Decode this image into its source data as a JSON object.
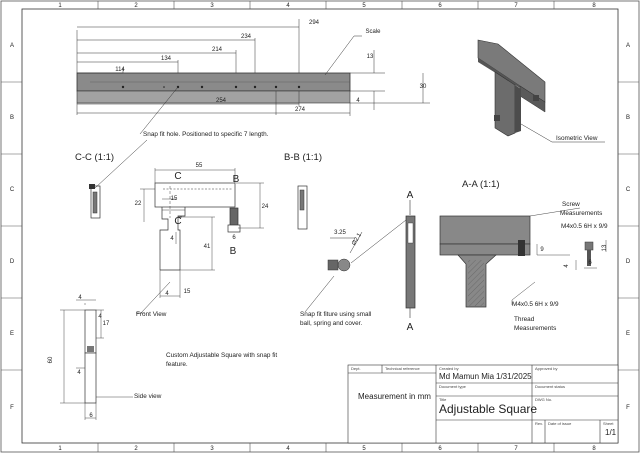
{
  "sheet": {
    "border_columns": [
      "1",
      "2",
      "3",
      "4",
      "5",
      "6",
      "7",
      "8"
    ],
    "border_rows": [
      "A",
      "B",
      "C",
      "D",
      "E",
      "F"
    ]
  },
  "dims": {
    "d294": "294",
    "d234": "234",
    "d214": "214",
    "d134": "134",
    "d114": "114",
    "d254": "254",
    "d274": "274",
    "d13": "13",
    "d4": "4",
    "d30": "30",
    "d55": "55",
    "d22": "22",
    "d15": "15",
    "d24": "24",
    "d41": "41",
    "d4b": "4",
    "d15b": "15",
    "d6": "6",
    "d3_25": "3.25",
    "d2_1": "Ø2.1",
    "d9": "9",
    "d13b": "13",
    "d6b": "6",
    "d4c": "4",
    "d4d": "4",
    "d17": "17",
    "d60": "60",
    "d4e": "4",
    "d6c": "6",
    "d4f": "4"
  },
  "labels": {
    "scale": "Scale",
    "snap_hole": "Snap fit hole. Positioned to specific 7 length.",
    "iso": "Isometric View",
    "cc": "C-C (1:1)",
    "bb": "B-B (1:1)",
    "aa": "A-A (1:1)",
    "front": "Front View",
    "side": "Side view",
    "screw_meas": "Screw\nMeasurements",
    "screw_spec": "M4x0.5 6H x 9/9",
    "thread_spec": "M4x0.5 6H x 9/9",
    "thread_meas": "Thread\nMeasurements",
    "snap_fixture": "Snap fit fiture using small\nball, spring and cover.",
    "custom": "Custom Adjustable Square with snap fit\nfeature.",
    "sec_A": "A",
    "sec_B": "B",
    "sec_C": "C"
  },
  "title_block": {
    "dept_label": "Dept.",
    "tech_ref_label": "Technical reference",
    "created_by_label": "Created by",
    "approved_by_label": "Approved by",
    "created_by": "Md Mamun Mia",
    "date": "1/31/2025",
    "doc_type_label": "Document type",
    "doc_status_label": "Document status",
    "measurement": "Measurement in mm",
    "title_label": "Title",
    "dwg_no_label": "DWG No.",
    "title": "Adjustable Square",
    "rev_label": "Rev.",
    "date_issue_label": "Date of issue",
    "sheet_label": "Sheet",
    "sheet": "1/1"
  }
}
